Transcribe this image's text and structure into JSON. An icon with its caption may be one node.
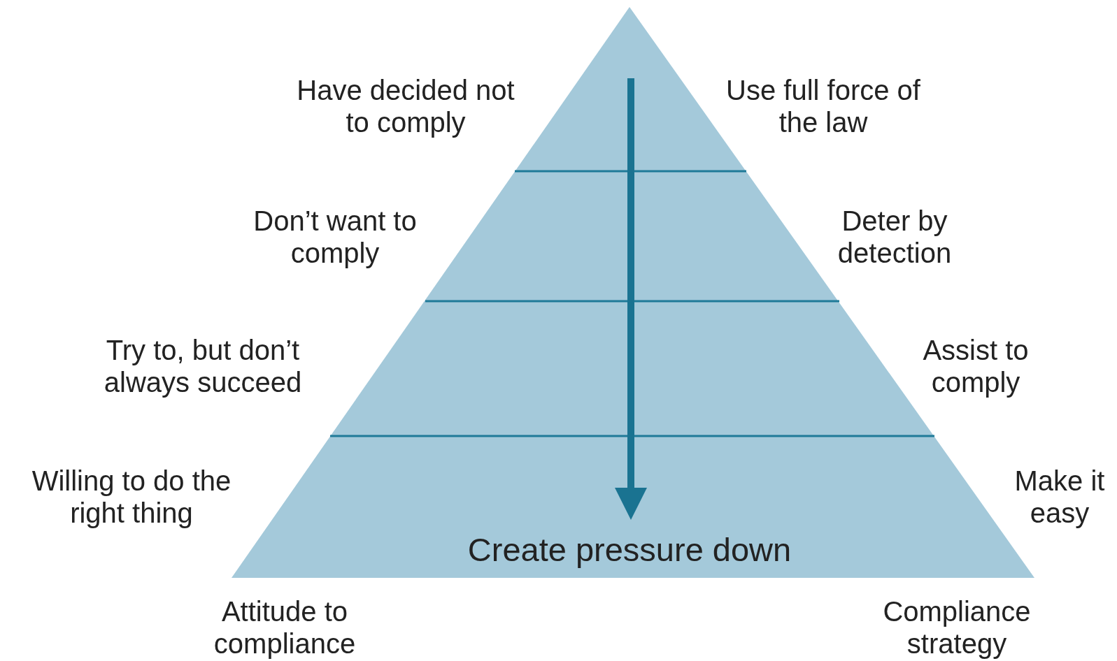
{
  "diagram": {
    "labels": [
      "Have decided not to comply",
      "Use full force of the law",
      "Don’t want to comply",
      "Deter by detection",
      "Try to, but don’t always succeed",
      "Assist to comply",
      "Willing to do the right thing",
      "Make it easy",
      "Create pressure down",
      "Attitude to compliance",
      "Compliance strategy"
    ]
  }
}
